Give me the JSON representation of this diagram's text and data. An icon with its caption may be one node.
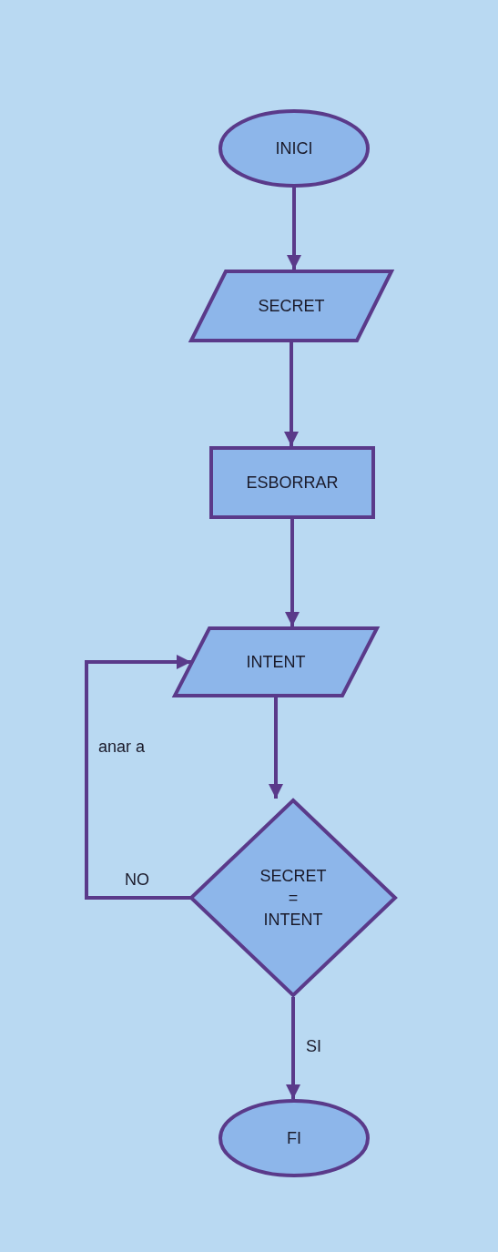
{
  "diagram": {
    "nodes": [
      {
        "text": [
          "INICI"
        ]
      },
      {
        "text": [
          "SECRET"
        ]
      },
      {
        "text": [
          "ESBORRAR"
        ]
      },
      {
        "text": [
          "INTENT"
        ]
      },
      {
        "text": [
          "SECRET = INTENT"
        ]
      },
      {
        "text": [
          "FI"
        ]
      }
    ],
    "edges": [
      {
        "from": 0,
        "to": 1,
        "arrow": "to"
      },
      {
        "from": 1,
        "to": 2,
        "arrow": "to"
      },
      {
        "from": 2,
        "to": 3,
        "arrow": "to"
      },
      {
        "from": 3,
        "to": 4,
        "arrow": "to"
      },
      {
        "from": 4,
        "to": 3,
        "arrow": "to",
        "label": "NO"
      },
      {
        "from": 4,
        "to": 5,
        "arrow": "to",
        "label": "SI"
      }
    ],
    "labels": [
      "anar a"
    ]
  }
}
